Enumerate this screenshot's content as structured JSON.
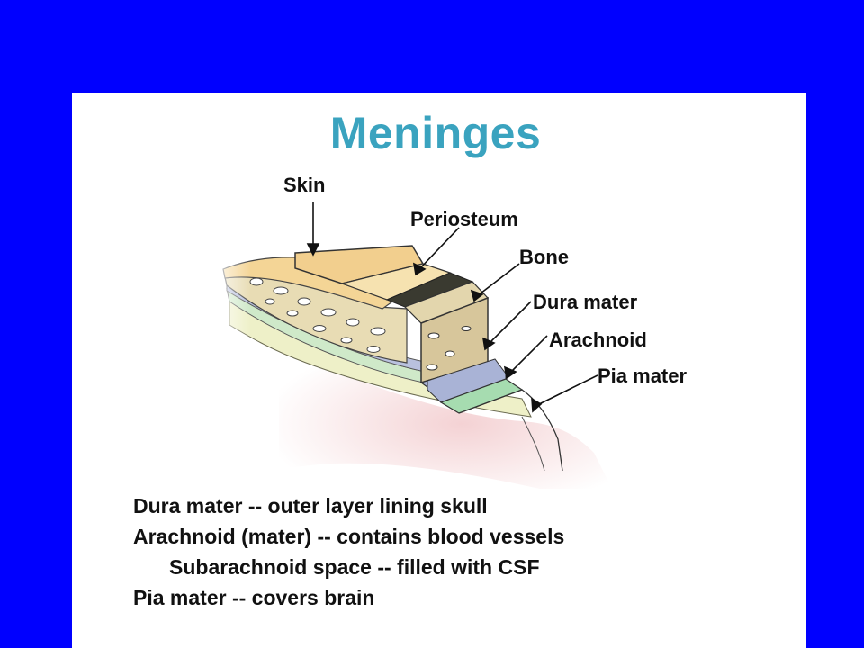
{
  "title": "Meninges",
  "labels": {
    "skin": "Skin",
    "periosteum": "Periosteum",
    "bone": "Bone",
    "dura": "Dura mater",
    "arachnoid": "Arachnoid",
    "pia": "Pia mater"
  },
  "notes": [
    "Dura mater -- outer layer lining skull",
    "Arachnoid (mater) -- contains blood vessels",
    "Subarachnoid space -- filled with CSF",
    "Pia mater -- covers brain"
  ],
  "colors": {
    "background": "#0000ff",
    "title": "#3aa3bf",
    "skin": "#f2cf8e",
    "bone": "#d8c89a",
    "dura": "#a9b3d6",
    "arachnoid": "#a6dcb0",
    "brain": "#f3d8d8"
  }
}
